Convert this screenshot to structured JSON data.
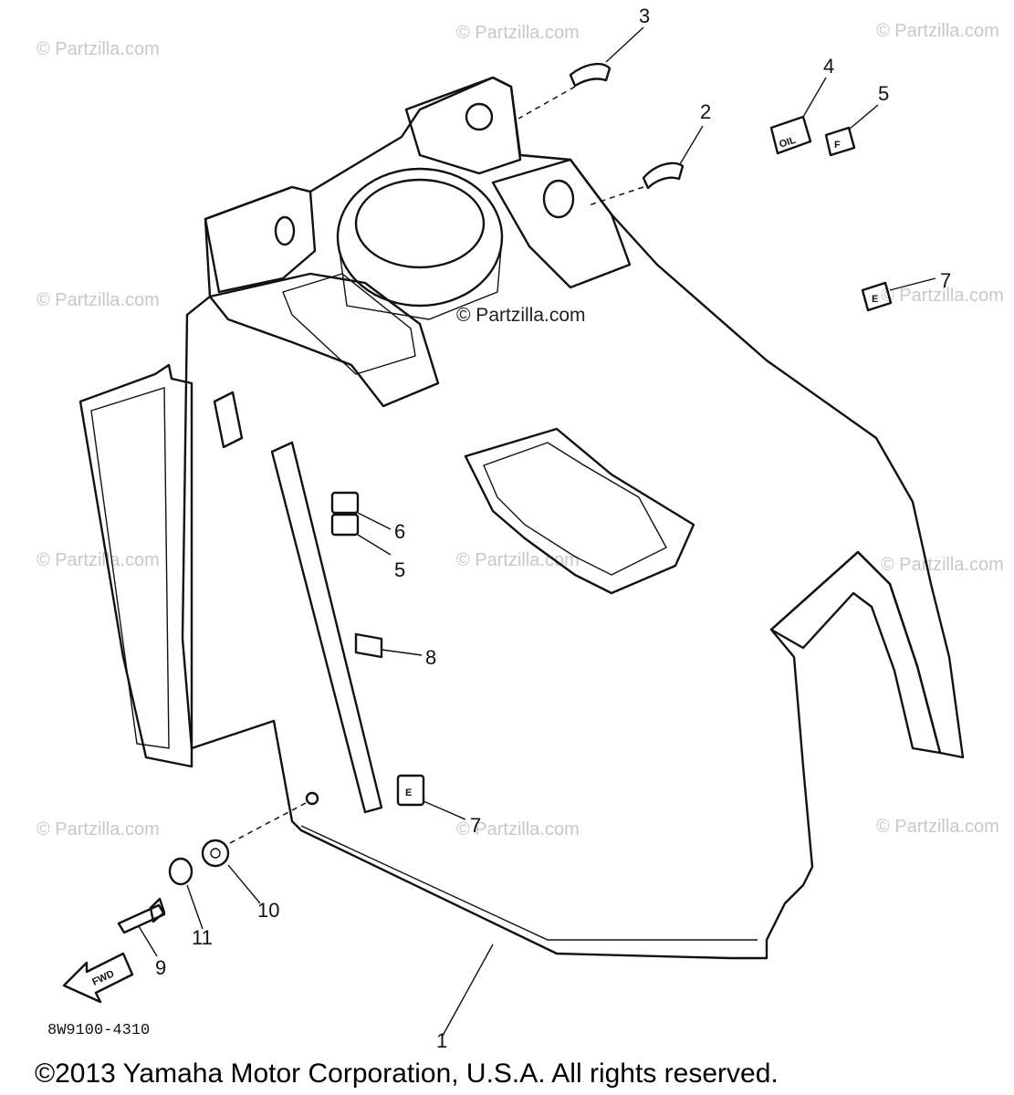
{
  "watermarks": {
    "brand": "© Partzilla.com",
    "center": "© Partzilla.com"
  },
  "callouts": {
    "c1": "1",
    "c2": "2",
    "c3": "3",
    "c4": "4",
    "c5_top": "5",
    "c5_mid": "5",
    "c6": "6",
    "c7_right": "7",
    "c7_low": "7",
    "c8": "8",
    "c9": "9",
    "c10": "10",
    "c11": "11"
  },
  "decals": {
    "oil": "OIL",
    "f_top": "F",
    "e_right": "E",
    "e_low": "E",
    "fwd": "FWD"
  },
  "diagram_code": "8W9100-4310",
  "copyright": "©2013  Yamaha Motor Corporation, U.S.A. All rights reserved."
}
